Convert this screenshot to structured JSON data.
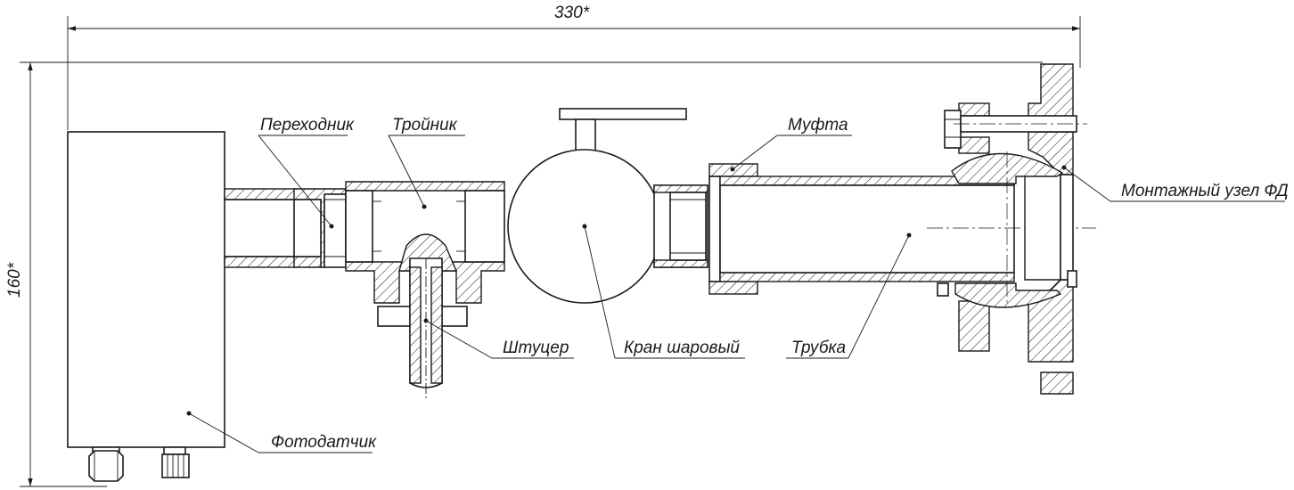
{
  "dimensions": {
    "width_label": "330*",
    "height_label": "160*"
  },
  "labels": {
    "adapter": "Переходник",
    "tee": "Тройник",
    "coupling": "Муфта",
    "mounting_unit": "Монтажный узел ФД",
    "fitting": "Штуцер",
    "ball_valve": "Кран шаровый",
    "tube": "Трубка",
    "photosensor": "Фотодатчик"
  }
}
